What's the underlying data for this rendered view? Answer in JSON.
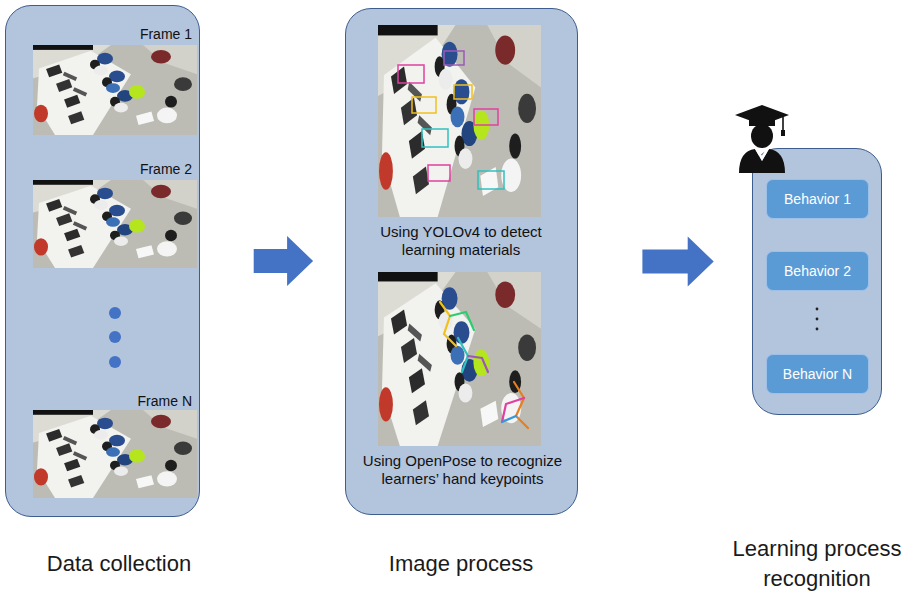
{
  "diagram": {
    "nodes": [
      {
        "text": [
          "Data collection"
        ]
      },
      {
        "text": [
          "Frame 1"
        ],
        "in": 0
      },
      {
        "text": [
          "Frame 2"
        ],
        "in": 0
      },
      {
        "text": [
          "Frame N"
        ],
        "in": 0
      },
      {
        "text": [
          "Image process"
        ]
      },
      {
        "text": [
          "Using YOLOv4 to detect learning materials"
        ],
        "in": 4
      },
      {
        "text": [
          "Using OpenPose to recognize learners’ hand keypoints"
        ],
        "in": 4
      },
      {
        "text": [
          "Learning process recognition"
        ]
      },
      {
        "text": [
          "Behavior 1"
        ],
        "in": 7
      },
      {
        "text": [
          "Behavior 2"
        ],
        "in": 7
      },
      {
        "text": [
          "Behavior N"
        ],
        "in": 7
      }
    ],
    "edges": [
      {
        "from": 0,
        "to": 4,
        "arrow": "to"
      },
      {
        "from": 4,
        "to": 7,
        "arrow": "to"
      }
    ]
  }
}
